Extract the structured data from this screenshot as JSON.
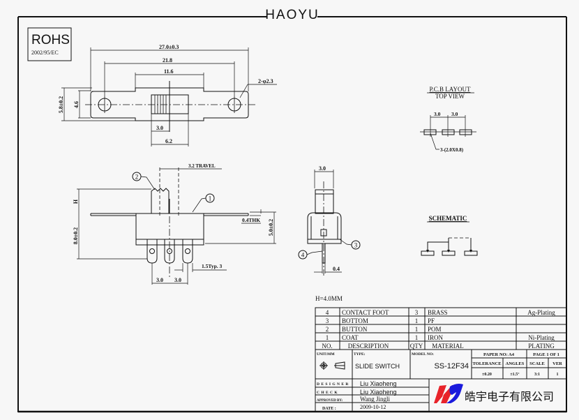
{
  "header": {
    "brand": "HAOYU"
  },
  "rohs": {
    "title": "ROHS",
    "directive": "2002/95/EC"
  },
  "top_view": {
    "overall_length": "27.0±0.3",
    "hole_pitch": "21.8",
    "body_length": "11.6",
    "holes": "2-φ2.3",
    "overall_height": "5.8±0.2",
    "body_height": "4.6",
    "actuator_width": "3.0",
    "actuator_slot": "6.2"
  },
  "front_view": {
    "travel": "3.2 TRAVEL",
    "h_label": "H",
    "height_total": "8.0±0.2",
    "thickness": "0.4THK",
    "body_height": "5.0±0.2",
    "terminal_width": "1.5Typ. 3",
    "pitch_left": "3.0",
    "pitch_right": "3.0",
    "callout_1": "1",
    "callout_2": "2"
  },
  "side_view": {
    "actuator_width": "3.0",
    "pin_width": "0.4",
    "callout_3": "3",
    "callout_4": "4",
    "h_note": "H=4.0MM"
  },
  "pcb_layout": {
    "title": "P.C.B LAYOUT",
    "subtitle": "TOP VIEW",
    "pitch_1": "3.0",
    "pitch_2": "3.0",
    "pad_note": "3-(2.0X0.8)"
  },
  "schematic": {
    "title": "SCHEMATIC"
  },
  "bom": {
    "headers": {
      "no": "NO.",
      "description": "DESCRIPTION",
      "qty": "QTY",
      "material": "MATERIAL",
      "plating": "PLATING"
    },
    "rows": [
      {
        "no": "4",
        "description": "CONTACT FOOT",
        "qty": "3",
        "material": "BRASS",
        "plating": "Ag-Plating"
      },
      {
        "no": "3",
        "description": "BOTTOM",
        "qty": "1",
        "material": "PF",
        "plating": ""
      },
      {
        "no": "2",
        "description": "BUTTON",
        "qty": "1",
        "material": "POM",
        "plating": ""
      },
      {
        "no": "1",
        "description": "COAT",
        "qty": "1",
        "material": "IRON",
        "plating": "Ni-Plating"
      }
    ]
  },
  "title_block": {
    "unit_label": "UNIT:MM",
    "type_label": "TYPE:",
    "type_value": "SLIDE  SWITCH",
    "model_label": "MODEL NO:",
    "model_value": "SS-12F34",
    "paper_label": "PAPER NO: A4",
    "page_label": "PAGE 1 OF 1",
    "tolerance_label": "TOLERANCE",
    "angles_label": "ANGLES",
    "scale_label": "SCALE",
    "ver_label": "VER",
    "tolerance_value": "±0.20",
    "angles_value": "±1.5°",
    "scale_value": "3:1",
    "ver_value": "1",
    "designer_label": "D E S I G N E R",
    "designer_value": "Liu Xiaoheng",
    "check_label": "C H E C K",
    "check_value": "Liu Xiaoheng",
    "approved_label": "APPROVED   BY:",
    "approved_value": "Wang Jingli",
    "date_label": "DATE  :",
    "date_value": "2009-10-12",
    "company": "皓宇电子有限公司",
    "logo_colors": {
      "red": "#e8232a",
      "blue": "#1a1adc"
    }
  }
}
